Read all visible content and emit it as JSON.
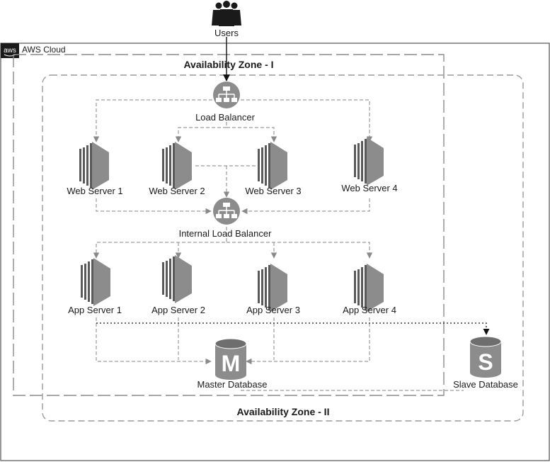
{
  "users": {
    "label": "Users"
  },
  "cloud": {
    "label": "AWS Cloud",
    "badge": "aws"
  },
  "zones": {
    "zone1": "Availability Zone - I",
    "zone2": "Availability Zone - II"
  },
  "load_balancer": {
    "label": "Load Balancer"
  },
  "internal_load_balancer": {
    "label": "Internal Load Balancer"
  },
  "web_servers": [
    {
      "label": "Web Server 1"
    },
    {
      "label": "Web Server 2"
    },
    {
      "label": "Web Server 3"
    },
    {
      "label": "Web Server 4"
    }
  ],
  "app_servers": [
    {
      "label": "App Server 1"
    },
    {
      "label": "App Server 2"
    },
    {
      "label": "App Server 3"
    },
    {
      "label": "App Server 4"
    }
  ],
  "master_db": {
    "label": "Master Database",
    "letter": "M"
  },
  "slave_db": {
    "label": "Slave Database",
    "letter": "S"
  },
  "colors": {
    "icon_gray": "#8c8c8c",
    "icon_dark": "#5a5a5a",
    "line_gray": "#9a9a9a",
    "border_dark": "#555555"
  },
  "icons": [
    "users-icon",
    "aws-logo",
    "load-balancer-icon",
    "server-icon",
    "database-icon"
  ]
}
